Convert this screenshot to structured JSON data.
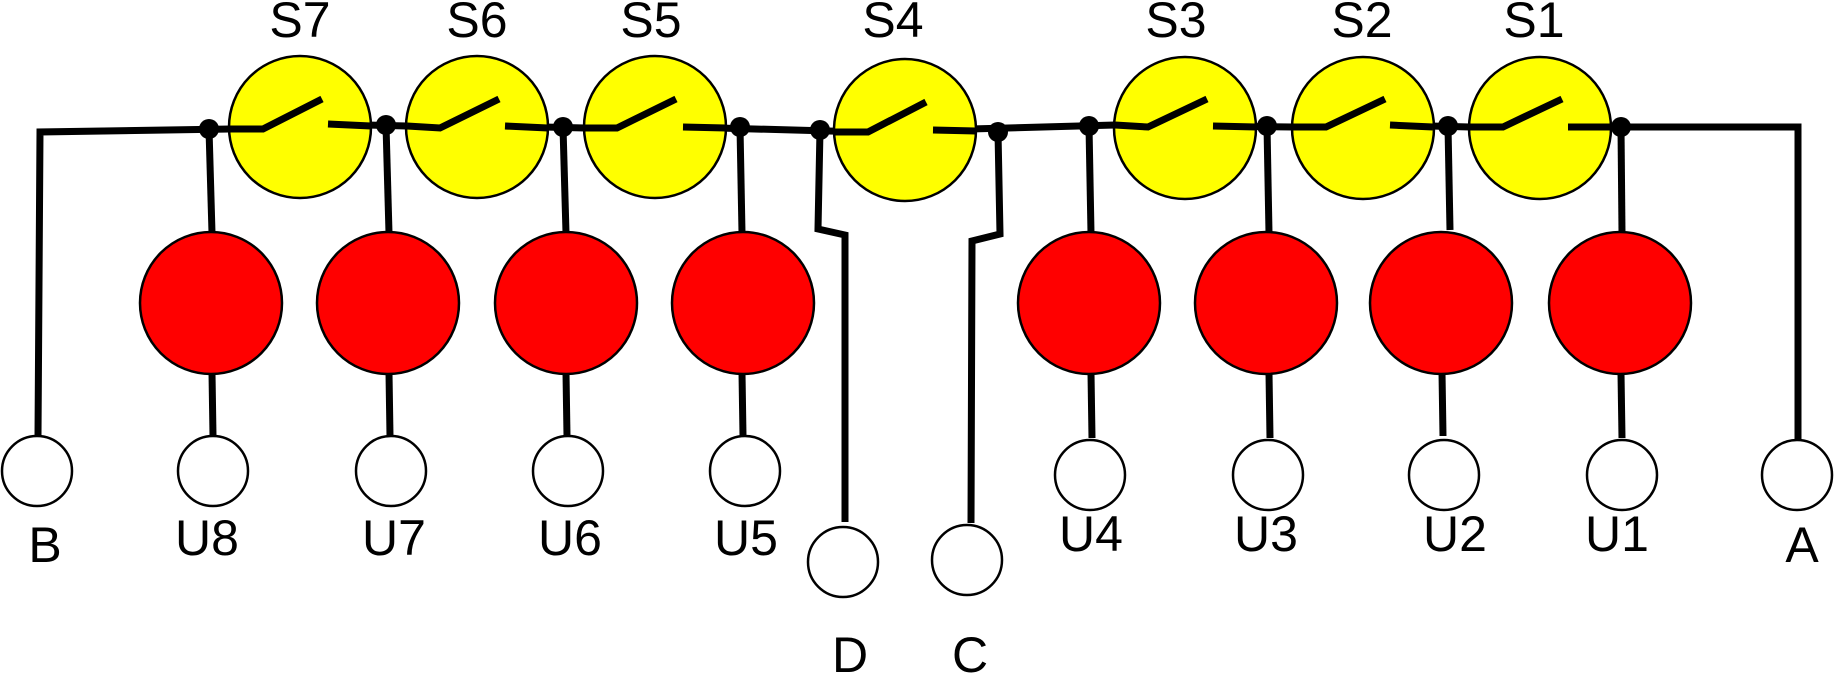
{
  "switches": [
    {
      "id": "S7",
      "label": "S7"
    },
    {
      "id": "S6",
      "label": "S6"
    },
    {
      "id": "S5",
      "label": "S5"
    },
    {
      "id": "S4",
      "label": "S4"
    },
    {
      "id": "S3",
      "label": "S3"
    },
    {
      "id": "S2",
      "label": "S2"
    },
    {
      "id": "S1",
      "label": "S1"
    }
  ],
  "units": [
    {
      "id": "U8",
      "label": "U8"
    },
    {
      "id": "U7",
      "label": "U7"
    },
    {
      "id": "U6",
      "label": "U6"
    },
    {
      "id": "U5",
      "label": "U5"
    },
    {
      "id": "U4",
      "label": "U4"
    },
    {
      "id": "U3",
      "label": "U3"
    },
    {
      "id": "U2",
      "label": "U2"
    },
    {
      "id": "U1",
      "label": "U1"
    }
  ],
  "terminals": [
    {
      "id": "B",
      "label": "B"
    },
    {
      "id": "D",
      "label": "D"
    },
    {
      "id": "C",
      "label": "C"
    },
    {
      "id": "A",
      "label": "A"
    }
  ],
  "colors": {
    "switch_fill": "#ffff00",
    "unit_fill": "#ff0000",
    "terminal_fill": "#ffffff",
    "line": "#000000"
  }
}
